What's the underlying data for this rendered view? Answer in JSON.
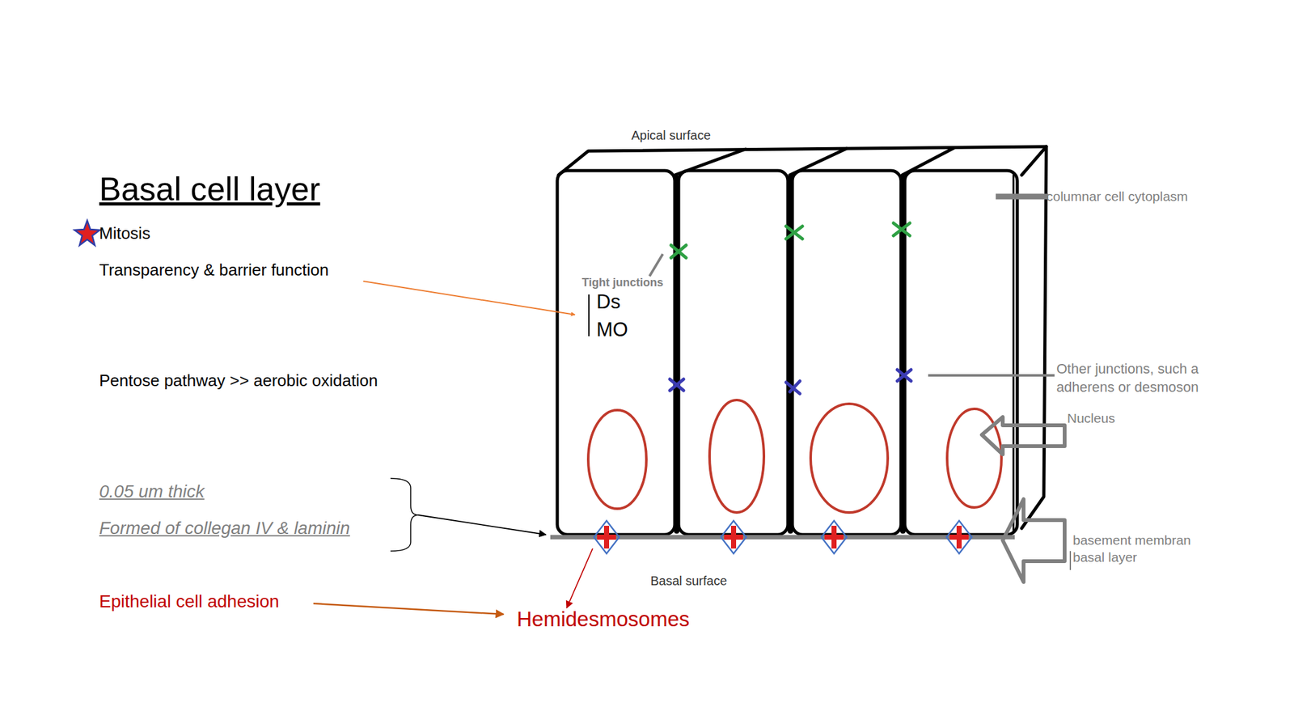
{
  "diagram": {
    "title": "Basal cell layer",
    "labels": [
      "Mitosis",
      "Transparency & barrier function",
      "Pentose pathway >> aerobic oxidation",
      "0.05 um thick",
      "Formed of collegan IV & laminin",
      "Epithelial cell adhesion",
      "Apical surface",
      "columnar cell cytoplasm",
      "Tight junctions",
      "Ds",
      "MO",
      "Other junctions, such a adherens or desmoson",
      "Nucleus",
      "basement membran basal layer",
      "Basal surface",
      "Hemidesmosomes"
    ]
  }
}
